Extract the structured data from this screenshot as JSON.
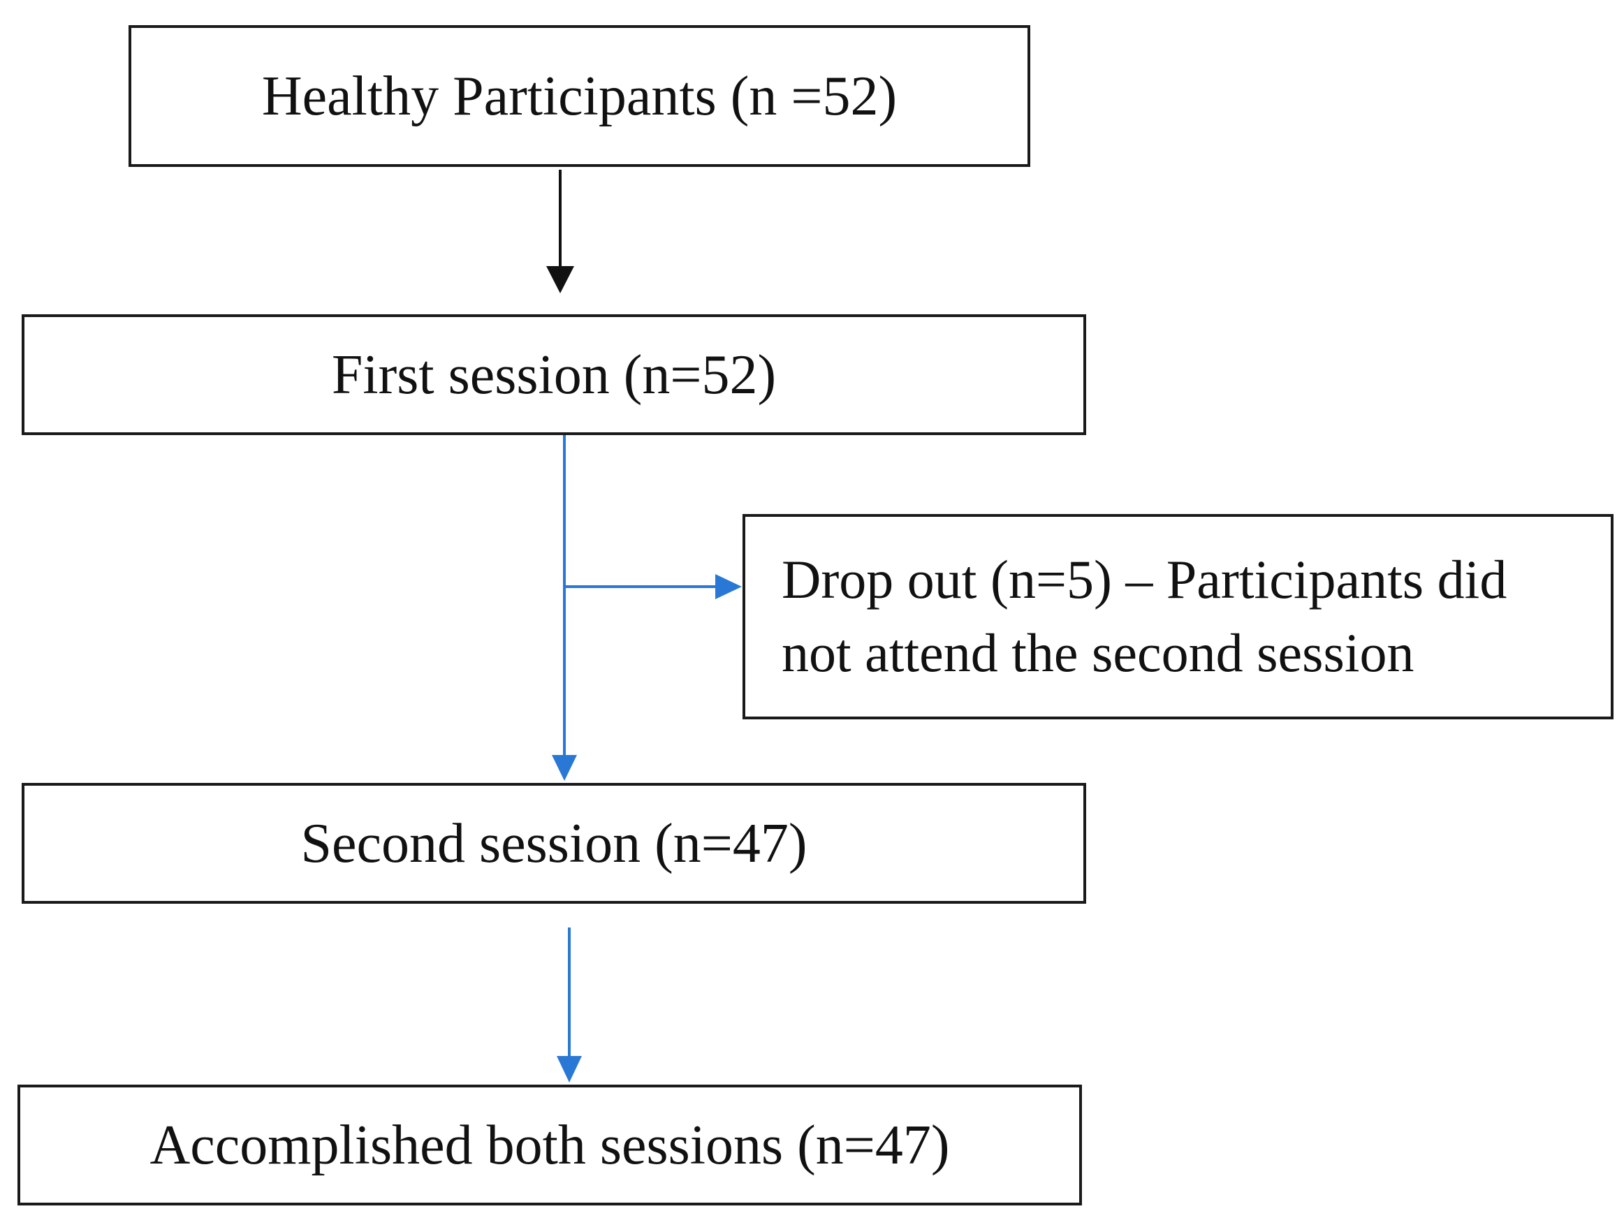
{
  "flowchart": {
    "nodes": {
      "healthy": "Healthy Participants (n =52)",
      "first_session": "First session (n=52)",
      "dropout": "Drop out (n=5) – Participants did not attend the second session",
      "second_session": "Second session (n=47)",
      "both_sessions": "Accomplished both sessions (n=47)"
    },
    "edges": [
      {
        "from": "healthy",
        "to": "first_session"
      },
      {
        "from": "first_session",
        "to": "second_session"
      },
      {
        "from": "first_session",
        "to": "dropout"
      },
      {
        "from": "second_session",
        "to": "both_sessions"
      }
    ],
    "colors": {
      "box_border": "#1a1a1a",
      "arrow_black": "#111111",
      "arrow_blue": "#2a78d6"
    }
  }
}
